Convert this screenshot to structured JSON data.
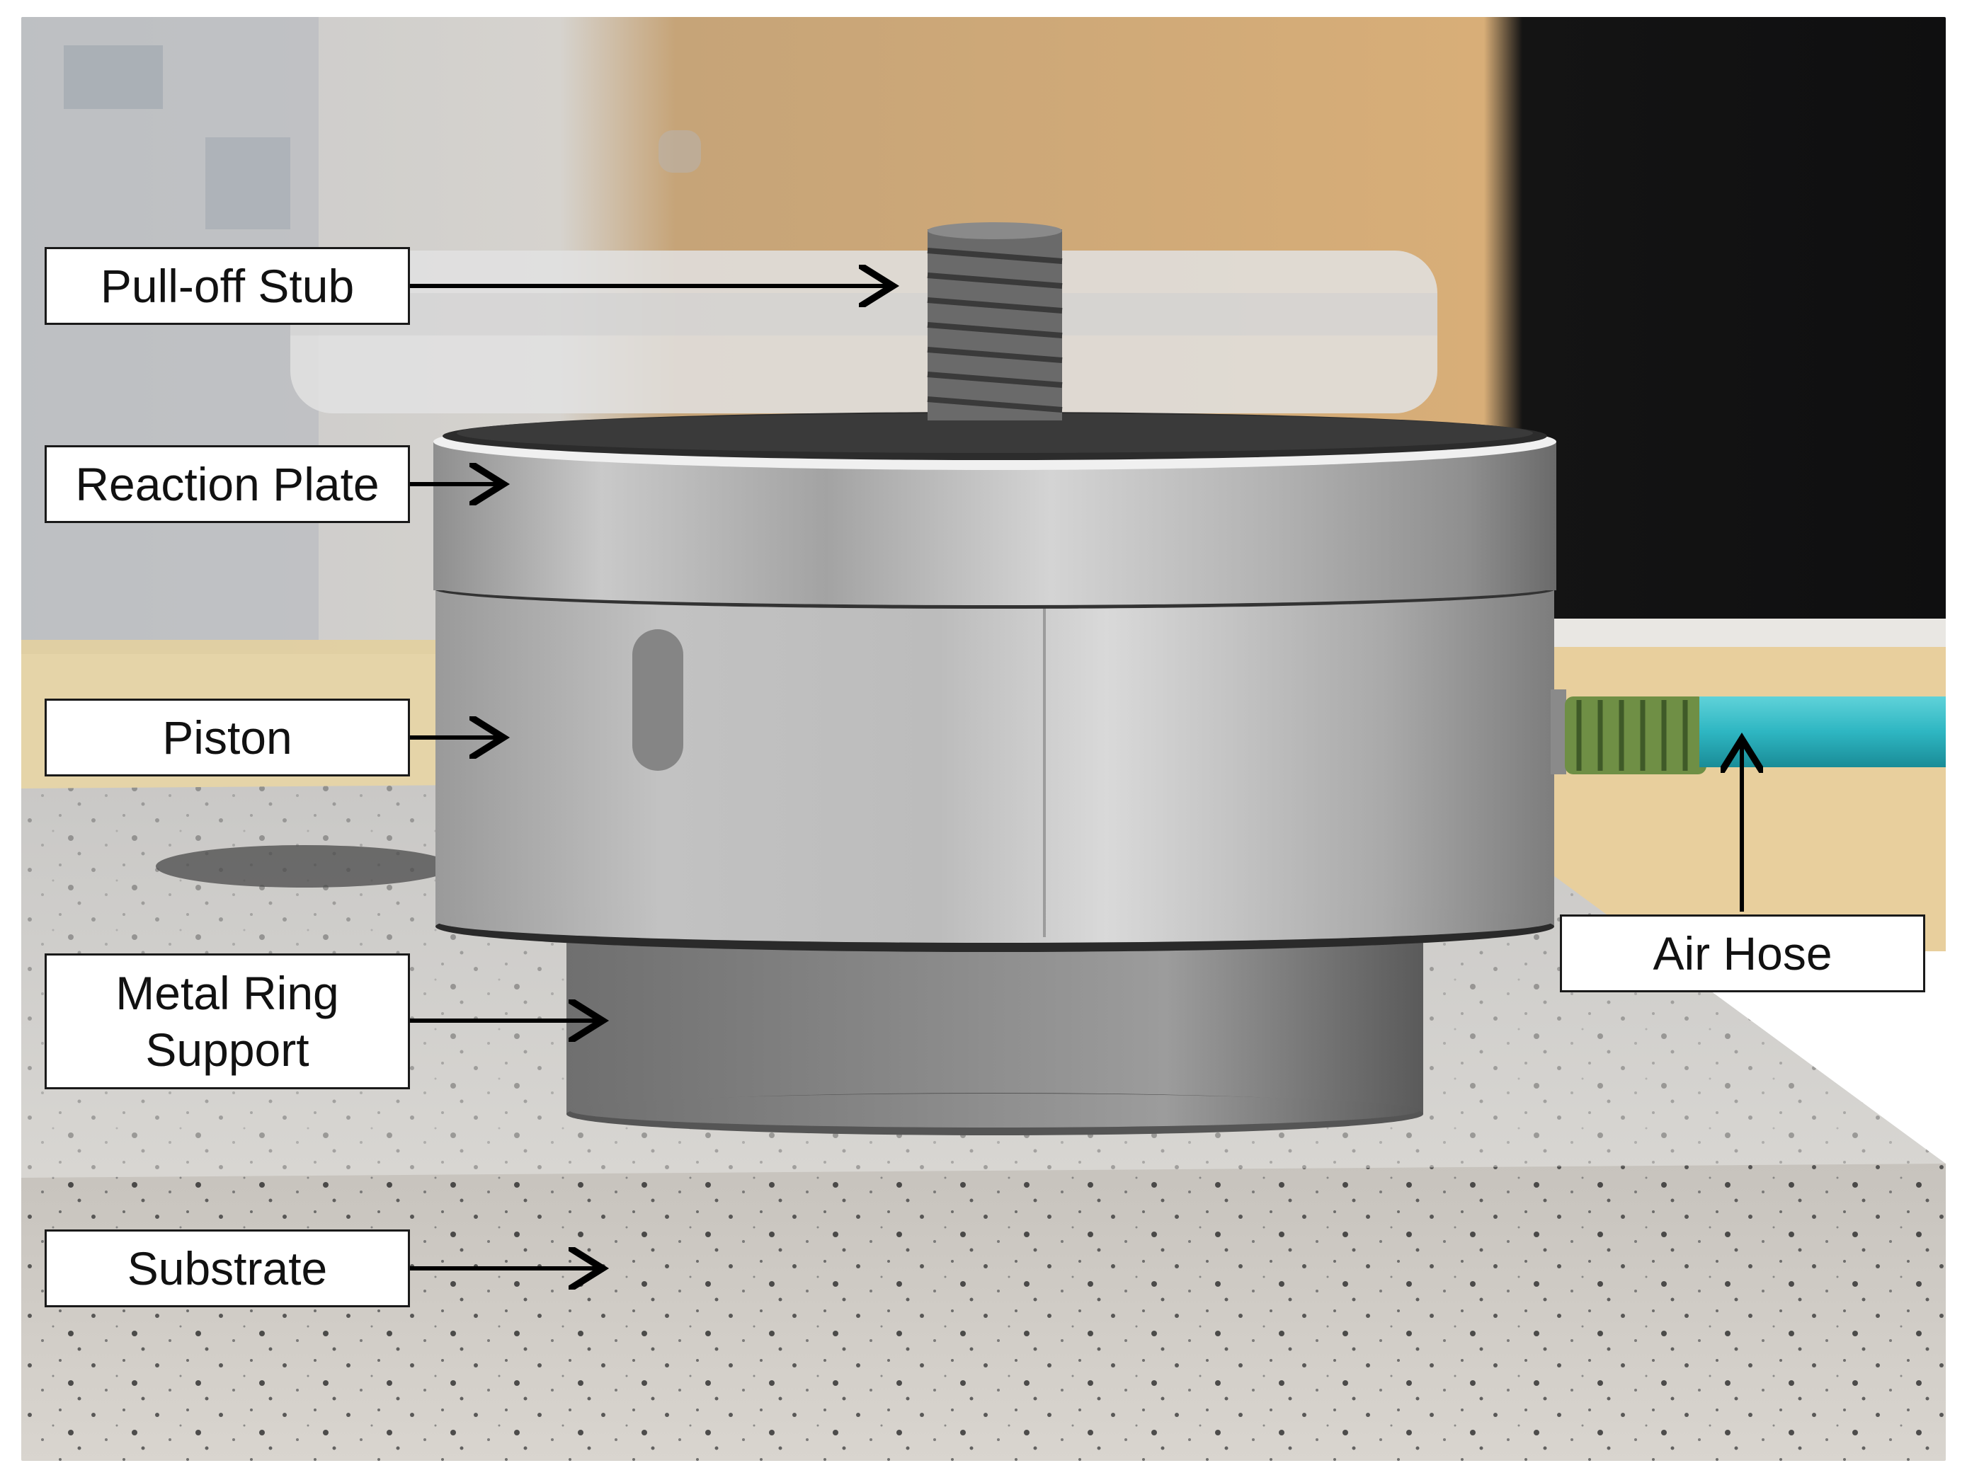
{
  "figure": {
    "labels": {
      "pull_off_stub": "Pull-off Stub",
      "reaction_plate": "Reaction Plate",
      "piston": "Piston",
      "metal_ring_support_line1": "Metal Ring",
      "metal_ring_support_line2": "Support",
      "substrate": "Substrate",
      "air_hose": "Air Hose"
    }
  }
}
